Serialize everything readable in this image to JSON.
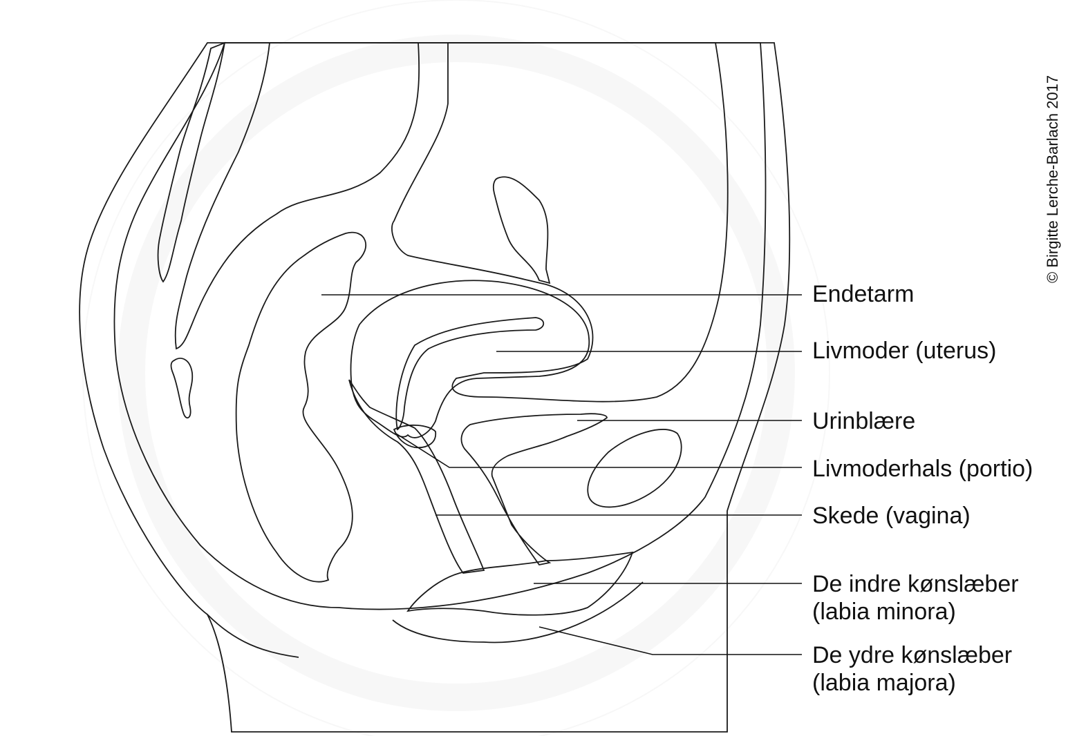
{
  "copyright": "© Birgitte Lerche-Barlach 2017",
  "labels": [
    {
      "id": "endetarm",
      "lines": [
        "Endetarm"
      ]
    },
    {
      "id": "livmoder",
      "lines": [
        "Livmoder (uterus)"
      ]
    },
    {
      "id": "urinblaere",
      "lines": [
        "Urinblære"
      ]
    },
    {
      "id": "livmoderhals",
      "lines": [
        "Livmoderhals (portio)"
      ]
    },
    {
      "id": "skede",
      "lines": [
        "Skede (vagina)"
      ]
    },
    {
      "id": "indre",
      "lines": [
        "De indre kønslæber",
        "(labia minora)"
      ]
    },
    {
      "id": "ydre",
      "lines": [
        "De ydre kønslæber",
        "(labia majora)"
      ]
    }
  ],
  "colors": {
    "skin": "#fde9d2",
    "tissue": "#fde3dc",
    "abdomen": "#ebc0b4",
    "rectum": "#b48a80",
    "organ": "#f6c6b6",
    "canal": "#dd8876",
    "bladder": "#dc8f7e",
    "labia": "#f8d2c4",
    "white": "#ffffff"
  }
}
